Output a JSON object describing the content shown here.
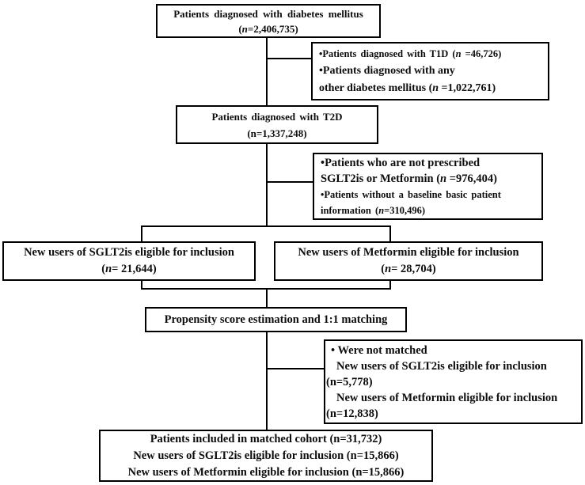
{
  "figure": {
    "type": "patient-flow-diagram",
    "background_color": "#ffffff",
    "border_color": "#000000",
    "text_color": "#0d0d0d"
  },
  "boxes": {
    "diabetes_mellitus": {
      "lines": [
        "Patients diagnosed with diabetes mellitus",
        "(n=2,406,735)"
      ]
    },
    "t1d_exclusion": {
      "lines": [
        "•Patients diagnosed with T1D (n =46,726)",
        "•Patients diagnosed with any",
        "other diabetes mellitus (n =1,022,761)"
      ]
    },
    "t2d": {
      "lines": [
        "Patients diagnosed with T2D",
        "(n=1,337,248)"
      ]
    },
    "treatment_exclusion": {
      "lines": [
        "•Patients who are not prescribed",
        "SGLT2is or Metformin (n =976,404)",
        "•Patients without  a baseline basic patient",
        "information  (n=310,496)"
      ]
    },
    "sglt2i_users": {
      "lines": [
        "New users of SGLT2is eligible for inclusion",
        "(n= 21,644)"
      ]
    },
    "metformin_users": {
      "lines": [
        "New users of Metformin eligible for inclusion",
        "(n= 28,704)"
      ]
    },
    "propensity_matching": {
      "lines": [
        "Propensity score estimation and 1:1 matching"
      ]
    },
    "not_matched": {
      "lines": [
        "• Were not matched",
        "New users of SGLT2is eligible for inclusion",
        "(n=5,778)",
        "New users of Metformin eligible for inclusion",
        "(n=12,838)"
      ]
    },
    "matched_cohort": {
      "lines": [
        "Patients included in matched cohort (n=31,732)",
        "New users of SGLT2is eligible for inclusion (n=15,866)",
        "New users of Metformin eligible for inclusion (n=15,866)"
      ]
    }
  }
}
